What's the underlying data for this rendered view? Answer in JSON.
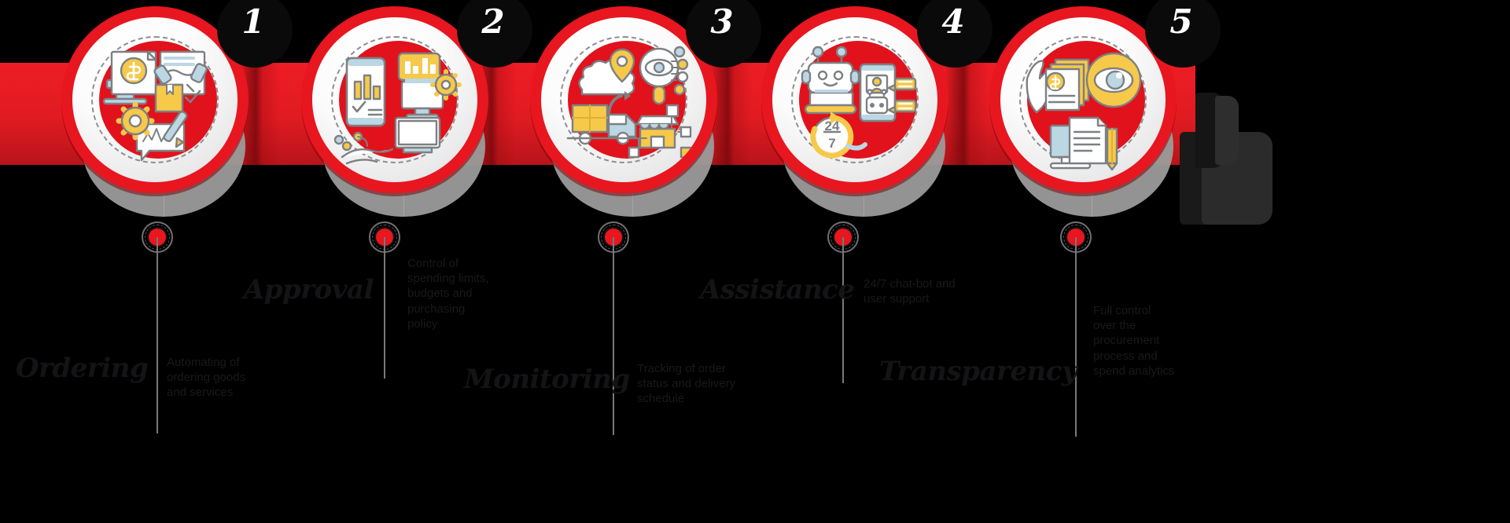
{
  "meta": {
    "kind": "process-timeline-infographic",
    "step_count": 5,
    "colors": {
      "brand_red": "#e8161f",
      "ribbon_red": "#ee1c25",
      "ribbon_shadow": "#b8141a",
      "background": "#000000",
      "shadow_gray": "#9b9b9b",
      "stem_gray": "#77787b",
      "icon_yellow": "#f6c94a",
      "icon_blue": "#bcd7e4",
      "icon_outline": "#7d8083",
      "text_dark": "#141416",
      "number_white": "#ffffff"
    }
  },
  "steps": [
    {
      "number": "1",
      "title": "Ordering",
      "body": "Automating of\nordering goods\nand services",
      "icon_name": "order-document-handshake-icon"
    },
    {
      "number": "2",
      "title": "Approval",
      "body": "Control of\nspending limits,\nbudgets and\npurchasing\npolicy",
      "icon_name": "analytics-approval-dashboard-icon"
    },
    {
      "number": "3",
      "title": "Monitoring",
      "body": "Tracking of order\nstatus and delivery\nschedule",
      "icon_name": "delivery-tracking-eye-icon"
    },
    {
      "number": "4",
      "title": "Assistance",
      "body": "24/7 chat-bot and\nuser support",
      "icon_name": "chatbot-support-24-7-icon"
    },
    {
      "number": "5",
      "title": "Transparency",
      "body": "Full control\nover the\nprocurement\nprocess and\nspend analytics",
      "icon_name": "document-oversight-eye-icon"
    }
  ]
}
